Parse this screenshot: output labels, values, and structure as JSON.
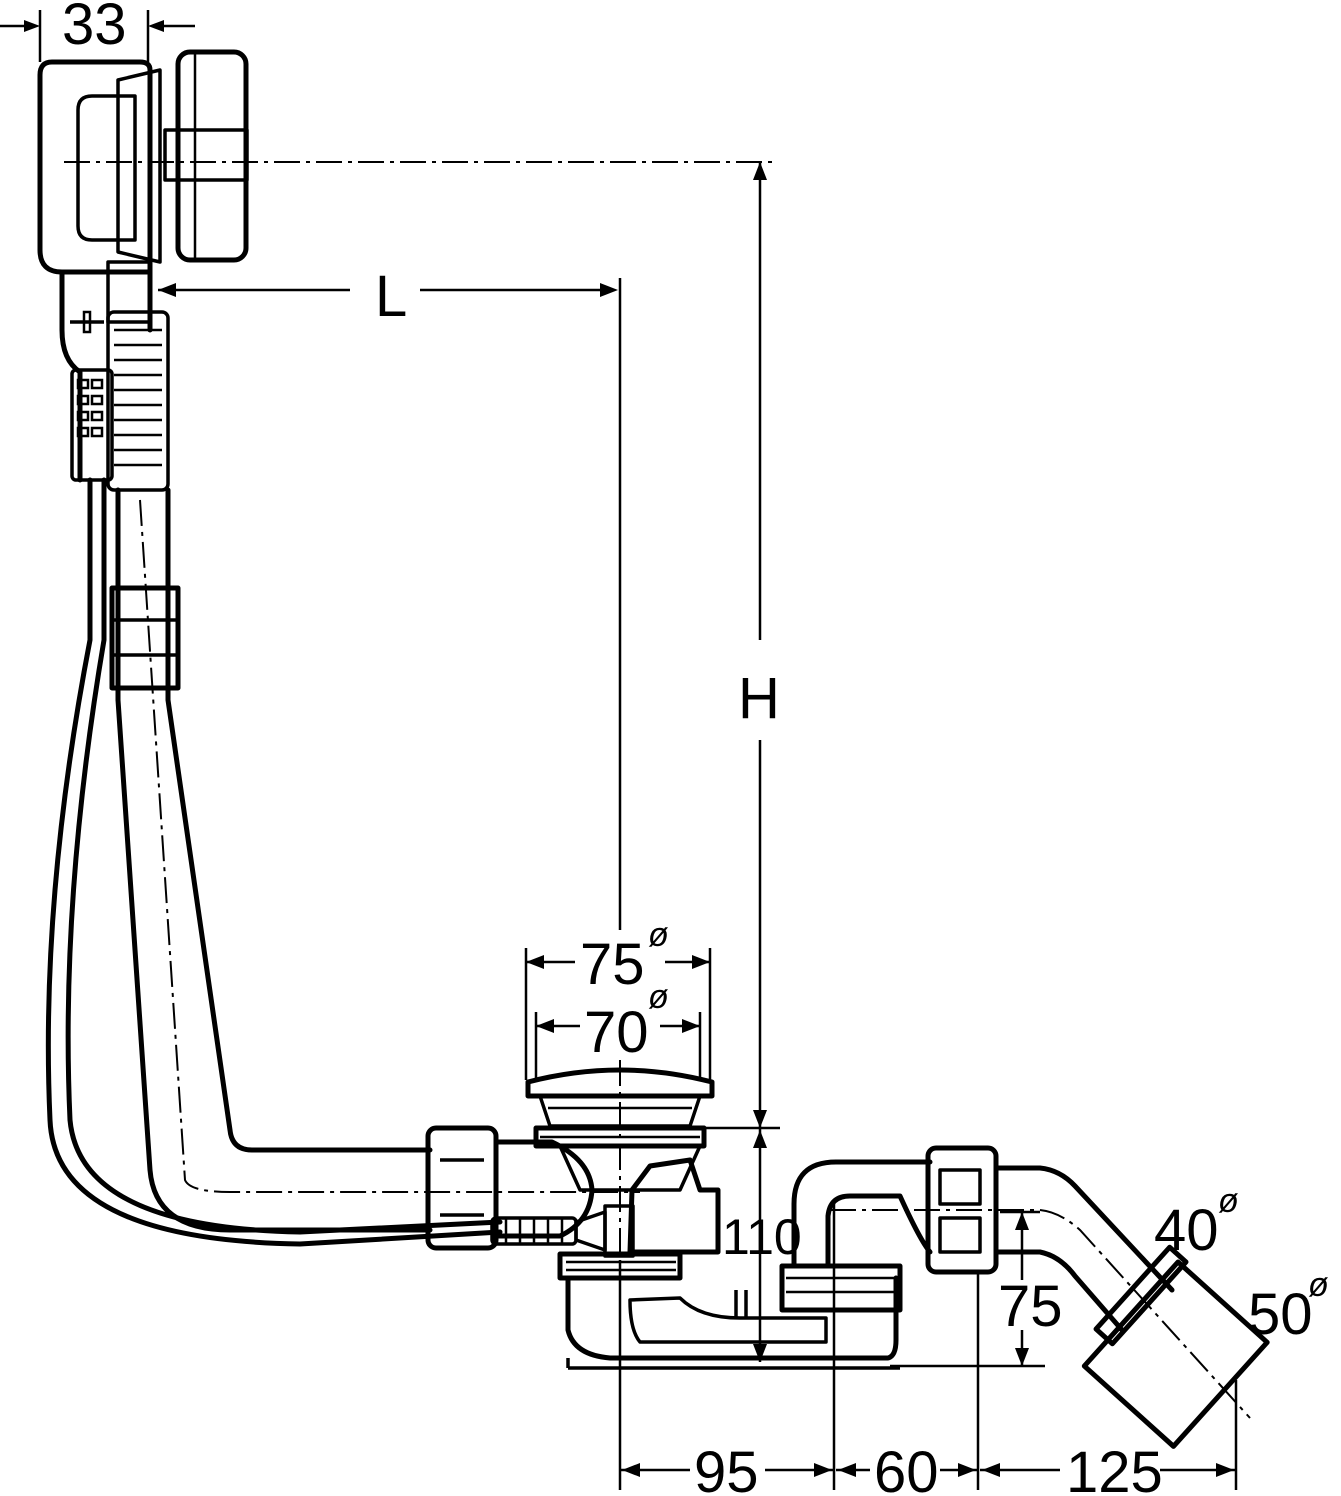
{
  "labels": {
    "dim_top_width": "33",
    "dim_length": "L",
    "dim_height": "H",
    "dim_outer_dia": "75",
    "dim_inner_dia": "70",
    "dim_body_height": "110",
    "dim_outlet_rise": "75",
    "dim_pipe_dia_1": "40",
    "dim_pipe_dia_2": "50",
    "dim_bottom_1": "95",
    "dim_bottom_2": "60",
    "dim_bottom_3": "125",
    "diameter_symbol": "ø"
  }
}
